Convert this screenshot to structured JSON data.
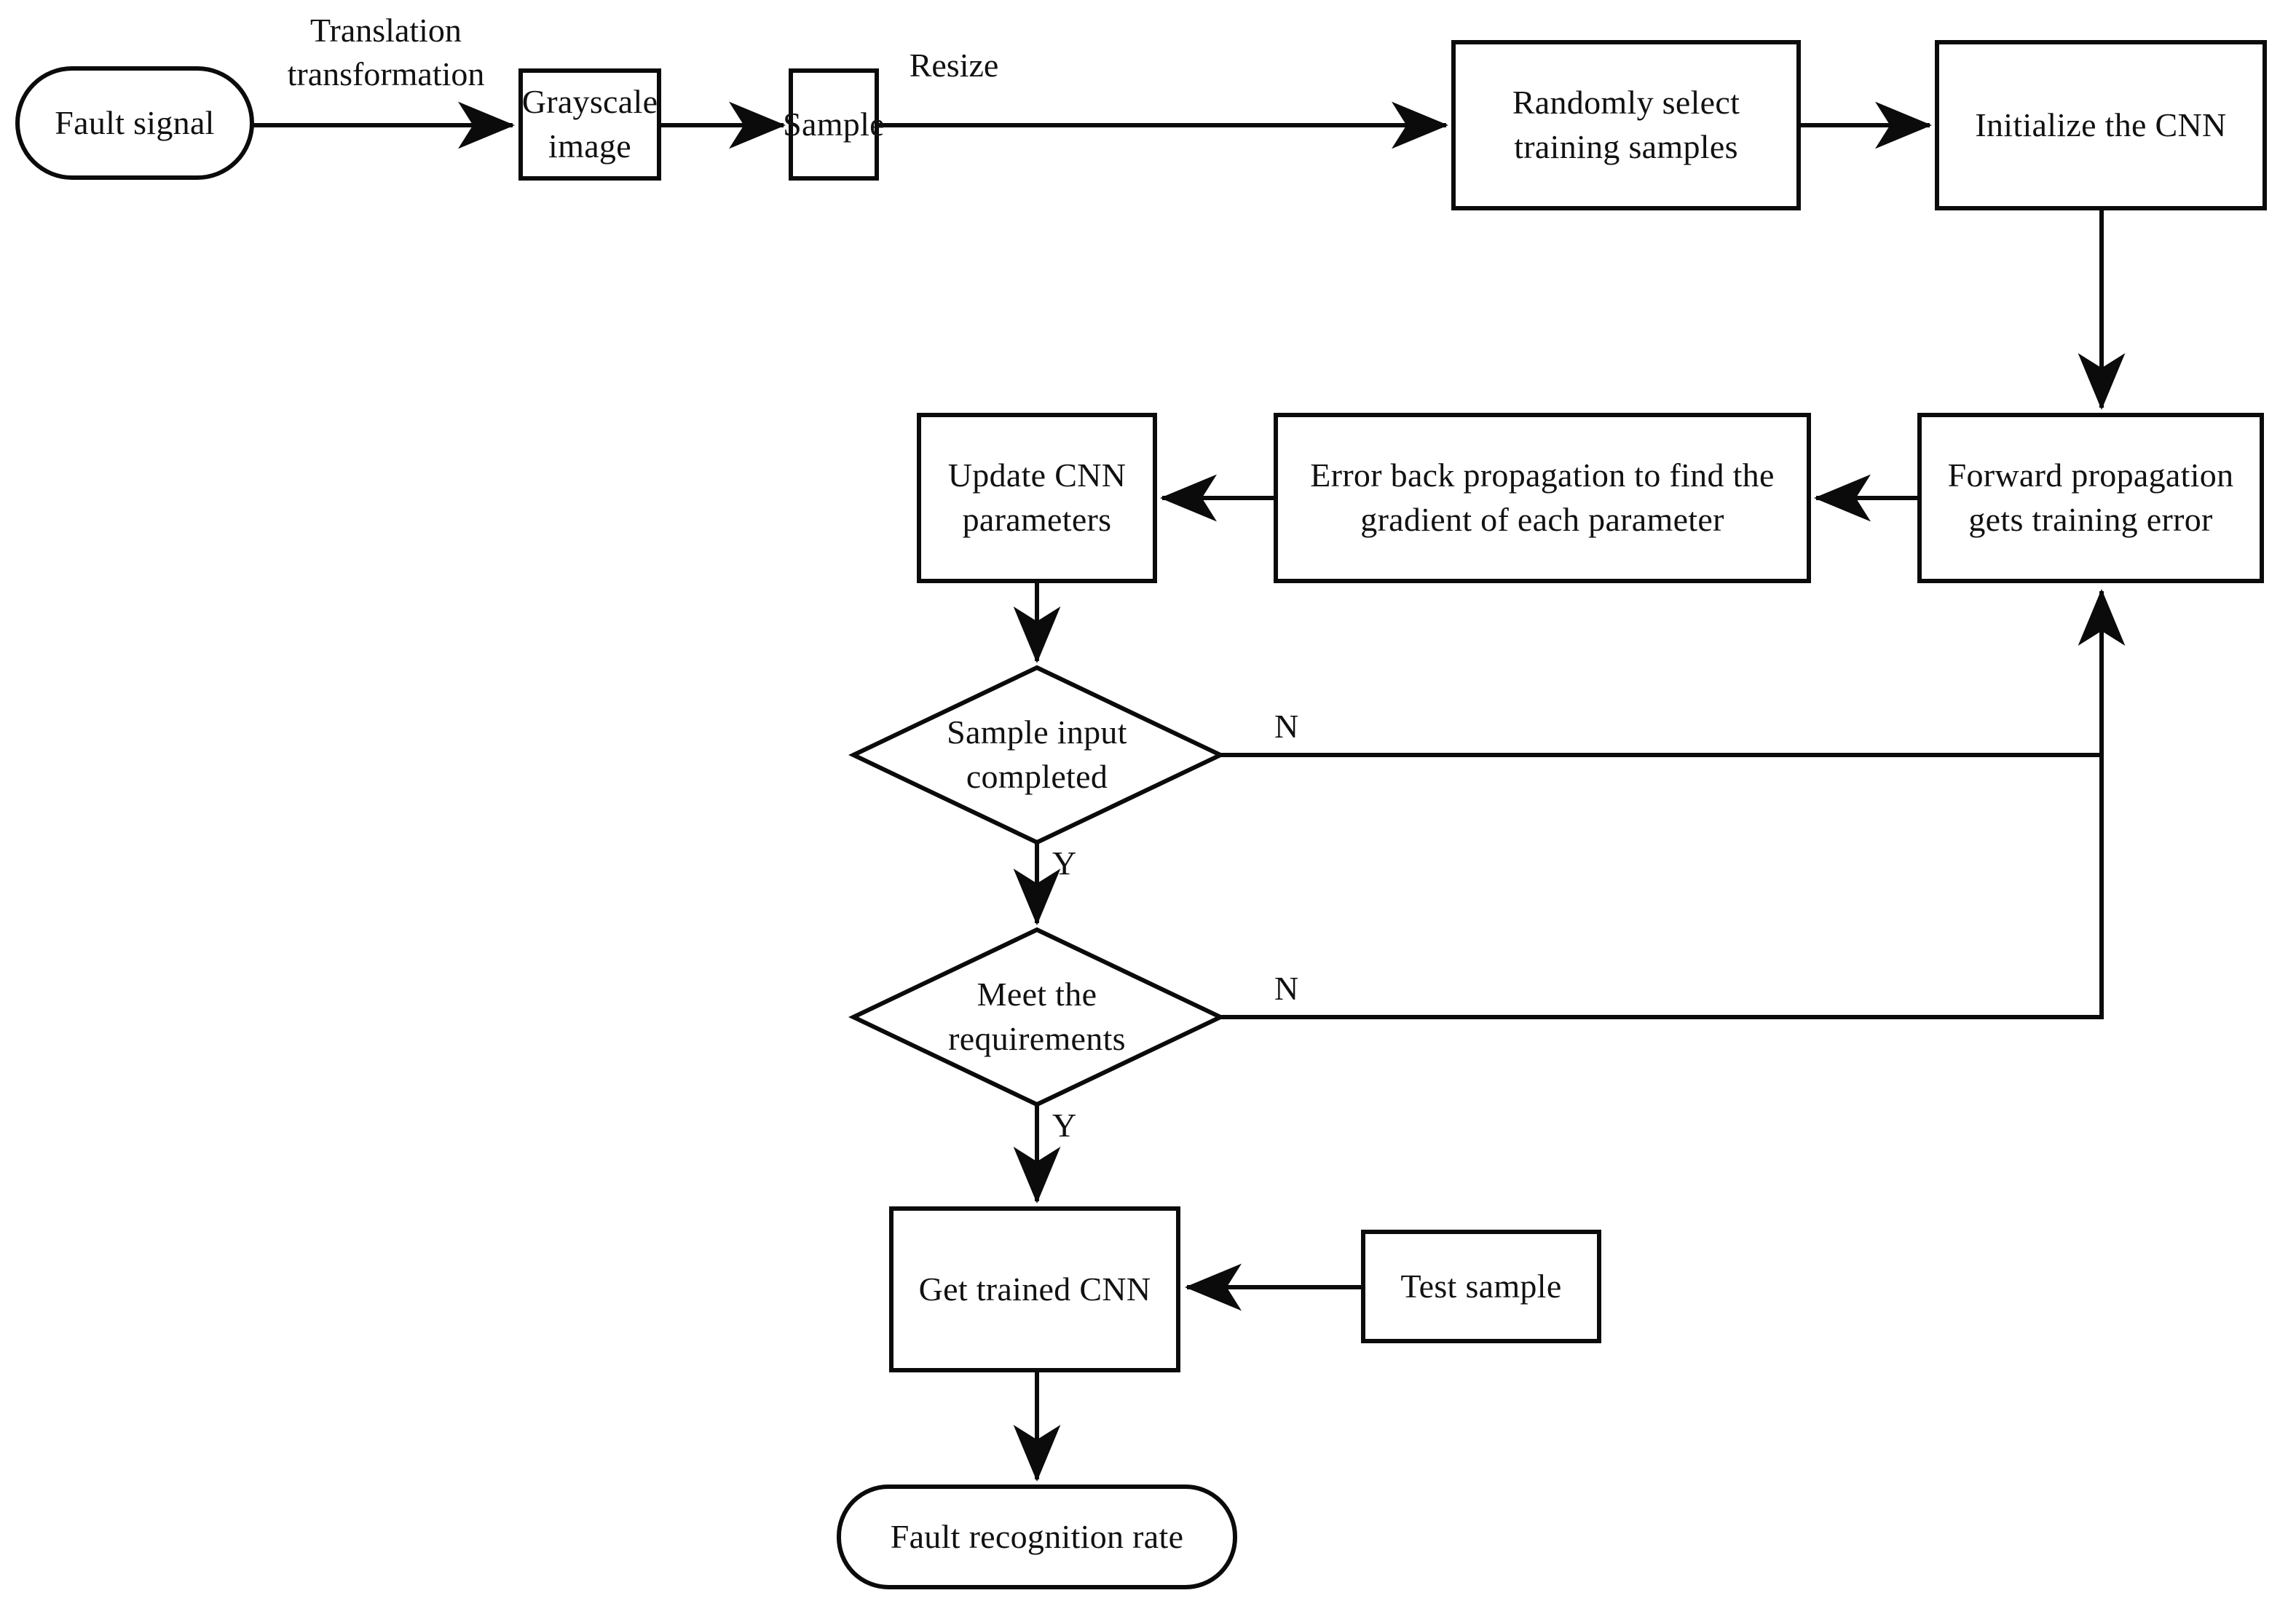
{
  "diagram": {
    "type": "flowchart",
    "title": "CNN fault diagnosis flowchart",
    "orientation": "left-to-right then top-to-bottom",
    "background_color": "#ffffff",
    "line_color": "#0b0b0b",
    "text_color": "#111111"
  },
  "nodes": [
    {
      "id": "fault_signal",
      "shape": "terminator",
      "label": "Fault signal"
    },
    {
      "id": "grayscale_image",
      "shape": "process",
      "label": "Grayscale image"
    },
    {
      "id": "sample",
      "shape": "process",
      "label": "Sample"
    },
    {
      "id": "randomly_select",
      "shape": "process",
      "label": "Randomly select\ntraining  samples"
    },
    {
      "id": "initialize_cnn",
      "shape": "process",
      "label": "Initialize  the CNN"
    },
    {
      "id": "forward_propagation",
      "shape": "process",
      "label": "Forward propagation\ngets training  error"
    },
    {
      "id": "error_back_prop",
      "shape": "process",
      "label": "Error back propagation to find the\ngradient of each parameter"
    },
    {
      "id": "update_cnn",
      "shape": "process",
      "label": "Update CNN\nparameters"
    },
    {
      "id": "sample_input_done",
      "shape": "decision",
      "label": "Sample input\ncompleted"
    },
    {
      "id": "meet_requirements",
      "shape": "decision",
      "label": "Meet the\nrequirements"
    },
    {
      "id": "get_trained_cnn",
      "shape": "process",
      "label": "Get trained  CNN"
    },
    {
      "id": "test_sample",
      "shape": "process",
      "label": "Test sample"
    },
    {
      "id": "fault_recognition",
      "shape": "terminator",
      "label": "Fault recognition rate"
    }
  ],
  "edge_labels": {
    "translation_transformation": "Translation\ntransformation",
    "resize": "Resize"
  },
  "branch_labels": {
    "sample_input_no": "N",
    "sample_input_yes": "Y",
    "meet_req_no": "N",
    "meet_req_yes": "Y"
  },
  "edges": [
    {
      "from": "fault_signal",
      "to": "grayscale_image",
      "label": "Translation transformation"
    },
    {
      "from": "grayscale_image",
      "to": "sample",
      "label": "Resize"
    },
    {
      "from": "sample",
      "to": "randomly_select",
      "label": ""
    },
    {
      "from": "randomly_select",
      "to": "initialize_cnn",
      "label": ""
    },
    {
      "from": "initialize_cnn",
      "to": "forward_propagation",
      "label": ""
    },
    {
      "from": "forward_propagation",
      "to": "error_back_prop",
      "label": ""
    },
    {
      "from": "error_back_prop",
      "to": "update_cnn",
      "label": ""
    },
    {
      "from": "update_cnn",
      "to": "sample_input_done",
      "label": ""
    },
    {
      "from": "sample_input_done",
      "to": "forward_propagation",
      "label": "N"
    },
    {
      "from": "sample_input_done",
      "to": "meet_requirements",
      "label": "Y"
    },
    {
      "from": "meet_requirements",
      "to": "forward_propagation",
      "label": "N"
    },
    {
      "from": "meet_requirements",
      "to": "get_trained_cnn",
      "label": "Y"
    },
    {
      "from": "test_sample",
      "to": "get_trained_cnn",
      "label": ""
    },
    {
      "from": "get_trained_cnn",
      "to": "fault_recognition",
      "label": ""
    }
  ]
}
